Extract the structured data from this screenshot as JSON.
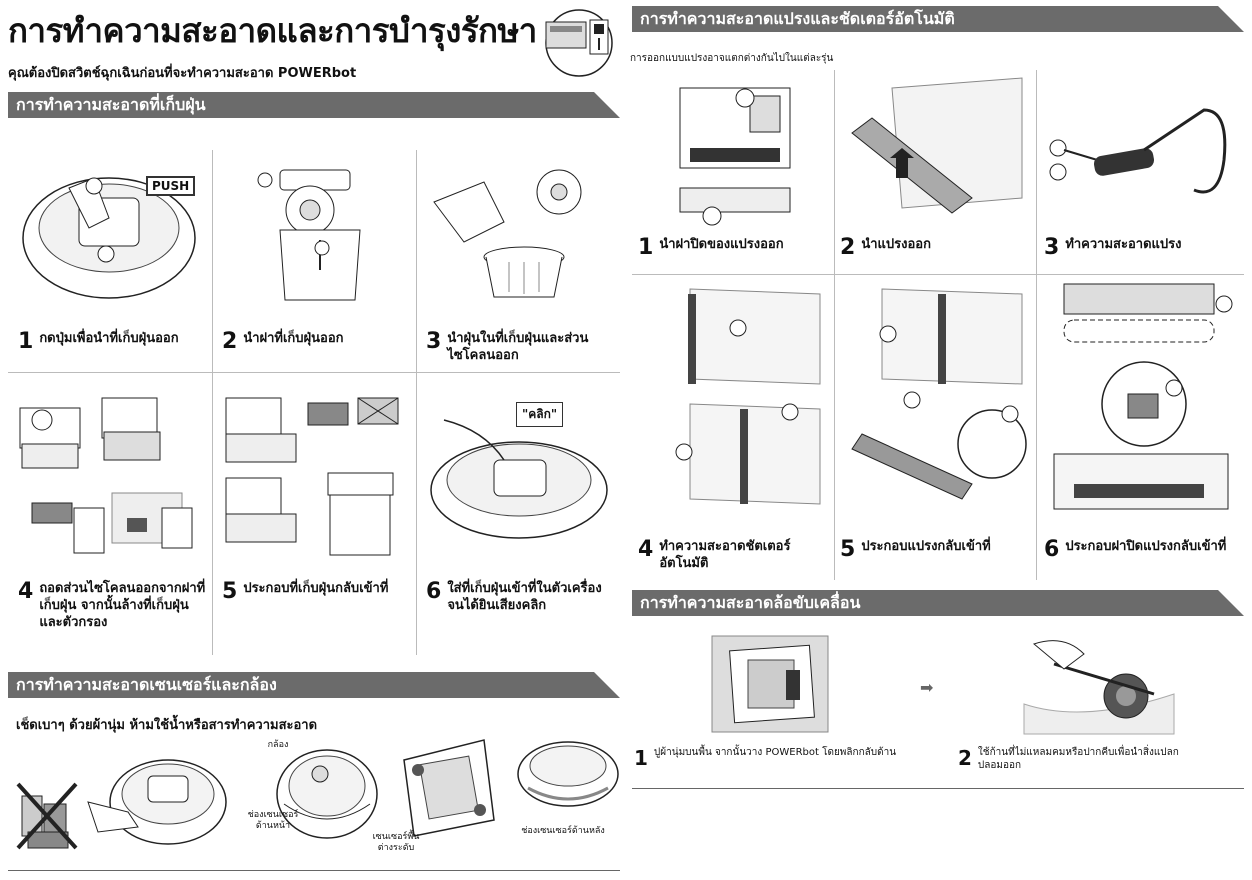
{
  "page": {
    "title": "การทำความสะอาดและการบำรุงรักษา",
    "subtitle": "คุณต้องปิดสวิตช์ฉุกเฉินก่อนที่จะทำความสะอาด POWERbot"
  },
  "dustbin": {
    "header": "การทำความสะอาดที่เก็บฝุ่น",
    "push_label": "PUSH",
    "click_label": "\"คลิก\"",
    "steps": [
      {
        "num": "1",
        "text": "กดปุ่มเพื่อนำที่เก็บฝุ่นออก"
      },
      {
        "num": "2",
        "text": "นำฝาที่เก็บฝุ่นออก"
      },
      {
        "num": "3",
        "text": "นำฝุ่นในที่เก็บฝุ่นและส่วนไซโคลนออก"
      },
      {
        "num": "4",
        "text": "ถอดส่วนไซโคลนออกจากฝาที่เก็บฝุ่น จากนั้นล้างที่เก็บฝุ่นและตัวกรอง"
      },
      {
        "num": "5",
        "text": "ประกอบที่เก็บฝุ่นกลับเข้าที่"
      },
      {
        "num": "6",
        "text": "ใส่ที่เก็บฝุ่นเข้าที่ในตัวเครื่องจนได้ยินเสียงคลิก"
      }
    ]
  },
  "sensors": {
    "header": "การทำความสะอาดเซนเซอร์และกล้อง",
    "instruction": "เช็ดเบาๆ ด้วยผ้านุ่ม ห้ามใช้น้ำหรือสารทำความสะอาด",
    "labels": {
      "camera": "กล้อง",
      "front_sensor": "ช่องเซนเซอร์ด้านหน้า",
      "floor_sensor": "เซนเซอร์พื้นต่างระดับ",
      "rear_sensor": "ช่องเซนเซอร์ด้านหลัง"
    }
  },
  "brush": {
    "header": "การทำความสะอาดแปรงและชัดเตอร์อัตโนมัติ",
    "note": "การออกแบบแปรงอาจแตกต่างกันไปในแต่ละรุ่น",
    "steps": [
      {
        "num": "1",
        "text": "นำฝาปิดของแปรงออก"
      },
      {
        "num": "2",
        "text": "นำแปรงออก"
      },
      {
        "num": "3",
        "text": "ทำความสะอาดแปรง"
      },
      {
        "num": "4",
        "text": "ทำความสะอาดชัตเตอร์อัตโนมัติ"
      },
      {
        "num": "5",
        "text": "ประกอบแปรงกลับเข้าที่"
      },
      {
        "num": "6",
        "text": "ประกอบฝาปิดแปรงกลับเข้าที่"
      }
    ]
  },
  "wheel": {
    "header": "การทำความสะอาดล้อขับเคลื่อน",
    "steps": [
      {
        "num": "1",
        "text": "ปูผ้านุ่มบนพื้น จากนั้นวาง POWERbot โดยพลิกกลับด้าน"
      },
      {
        "num": "2",
        "text": "ใช้ก้านที่ไม่แหลมคมหรือปากคีบเพื่อนำสิ่งแปลกปลอมออก"
      }
    ]
  }
}
